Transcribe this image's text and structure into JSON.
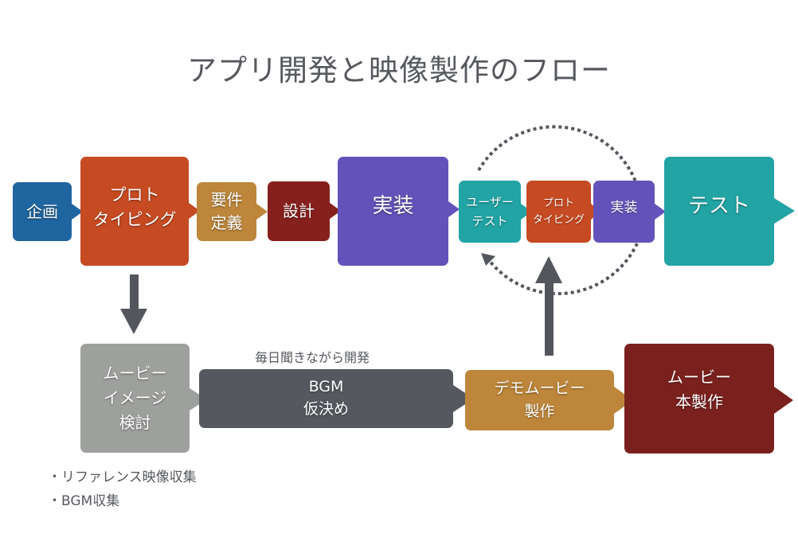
{
  "title": "アプリ開発と映像製作のフロー",
  "colors": {
    "blue": "#1f65a0",
    "orange": "#c64a22",
    "gold": "#bd863a",
    "darkred": "#86201c",
    "purple": "#6452bb",
    "teal": "#22a3a4",
    "gray": "#9ea09d",
    "slate": "#55595f",
    "maroon": "#7a211e",
    "arrow": "#53565c",
    "text": "#55585d"
  },
  "app_flow": [
    {
      "id": "plan",
      "lines": [
        "企画"
      ],
      "color": "blue"
    },
    {
      "id": "prototyping",
      "lines": [
        "プロト",
        "タイピング"
      ],
      "color": "orange"
    },
    {
      "id": "requirements",
      "lines": [
        "要件",
        "定義"
      ],
      "color": "gold"
    },
    {
      "id": "design",
      "lines": [
        "設計"
      ],
      "color": "darkred"
    },
    {
      "id": "implementation",
      "lines": [
        "実装"
      ],
      "color": "purple"
    },
    {
      "id": "user-test",
      "lines": [
        "ユーザー",
        "テスト"
      ],
      "color": "teal"
    },
    {
      "id": "prototyping-loop",
      "lines": [
        "プロト",
        "タイピング"
      ],
      "color": "orange"
    },
    {
      "id": "implementation-loop",
      "lines": [
        "実装"
      ],
      "color": "purple"
    },
    {
      "id": "test",
      "lines": [
        "テスト"
      ],
      "color": "teal"
    }
  ],
  "movie_flow": [
    {
      "id": "movie-image",
      "lines": [
        "ムービー",
        "イメージ",
        "検討"
      ],
      "color": "gray"
    },
    {
      "id": "bgm",
      "lines": [
        "BGM",
        "仮決め"
      ],
      "color": "slate"
    },
    {
      "id": "demo-movie",
      "lines": [
        "デモムービー",
        "製作"
      ],
      "color": "gold"
    },
    {
      "id": "movie-production",
      "lines": [
        "ムービー",
        "本製作"
      ],
      "color": "maroon"
    }
  ],
  "bgm_caption": "毎日聞きながら開発",
  "notes": [
    "・リファレンス映像収集",
    "・BGM収集"
  ]
}
